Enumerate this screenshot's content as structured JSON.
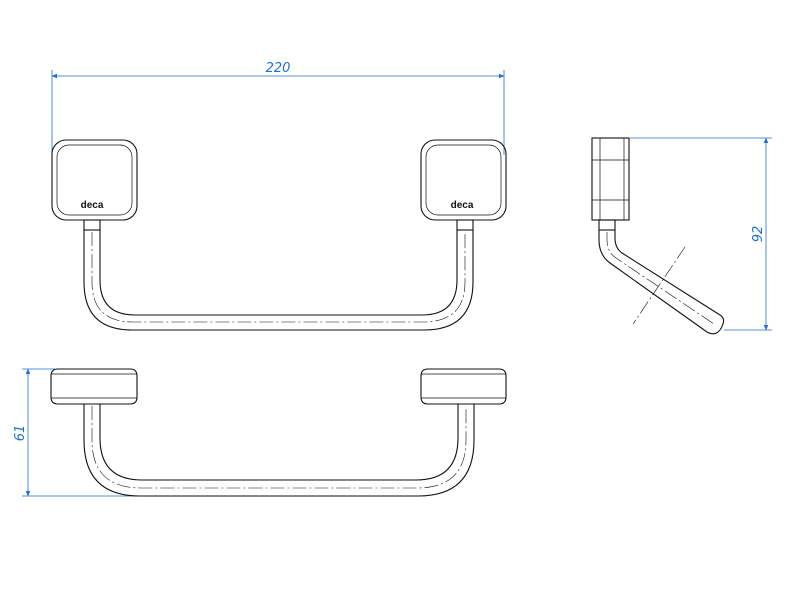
{
  "dimensions": {
    "width": "220",
    "height": "92",
    "depth": "61"
  },
  "brand": "deca",
  "colors": {
    "line": "#111111",
    "dimension": "#1e6fd9"
  }
}
